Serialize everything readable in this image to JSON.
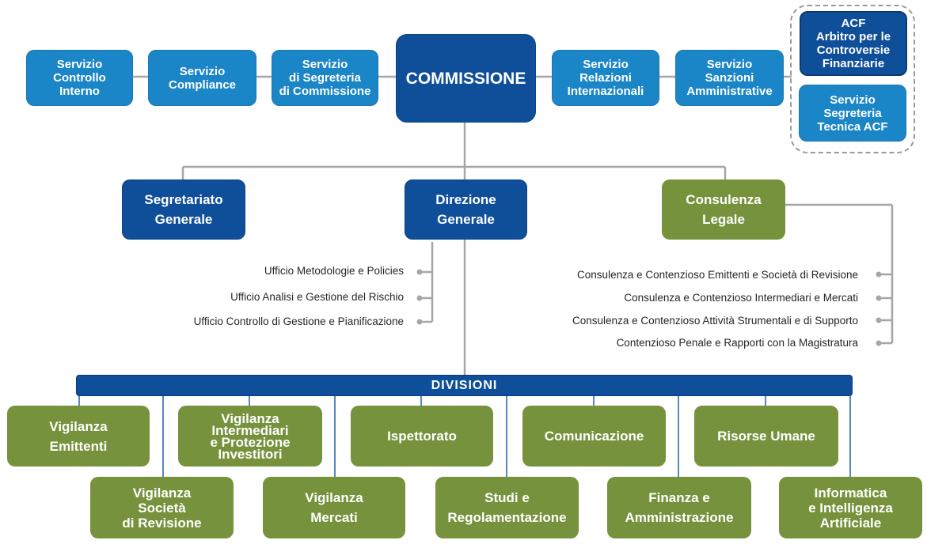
{
  "commission": {
    "label": "COMMISSIONE"
  },
  "services_left": [
    {
      "label": "Servizio\nControllo\nInterno"
    },
    {
      "label": "Servizio\nCompliance"
    },
    {
      "label": "Servizio\ndi Segreteria\ndi Commissione"
    }
  ],
  "services_right": [
    {
      "label": "Servizio\nRelazioni\nInternazionali"
    },
    {
      "label": "Servizio\nSanzioni\nAmministrative"
    }
  ],
  "acf": {
    "main": "ACF\nArbitro per le\nControversie\nFinanziarie",
    "secretariat": "Servizio\nSegreteria\nTecnica ACF"
  },
  "second_level": {
    "segretariato": "Segretariato\nGenerale",
    "direzione": "Direzione\nGenerale",
    "consulenza": "Consulenza\nLegale"
  },
  "direzione_offices": [
    "Ufficio Metodologie e Policies",
    "Ufficio Analisi e Gestione del Rischio",
    "Ufficio Controllo di Gestione e Pianificazione"
  ],
  "consulenza_offices": [
    "Consulenza e Contenzioso Emittenti e Società di Revisione",
    "Consulenza e Contenzioso Intermediari e Mercati",
    "Consulenza e Contenzioso Attività Strumentali e di Supporto",
    "Contenzioso Penale e Rapporti con la Magistratura"
  ],
  "divisioni": {
    "label": "DIVISIONI",
    "top_row": [
      "Vigilanza\nEmittenti",
      "Vigilanza\nIntermediari\ne Protezione\nInvestitori",
      "Ispettorato",
      "Comunicazione",
      "Risorse Umane"
    ],
    "bottom_row": [
      "Vigilanza\nSocietà\ndi Revisione",
      "Vigilanza\nMercati",
      "Studi e\nRegolamentazione",
      "Finanza e\nAmministrazione",
      "Informatica\ne Intelligenza\nArtificiale"
    ]
  },
  "colors": {
    "light_blue": "#1a85c7",
    "dark_blue": "#0f4f9a",
    "green": "#76923c",
    "connector": "#a6a6a6"
  }
}
